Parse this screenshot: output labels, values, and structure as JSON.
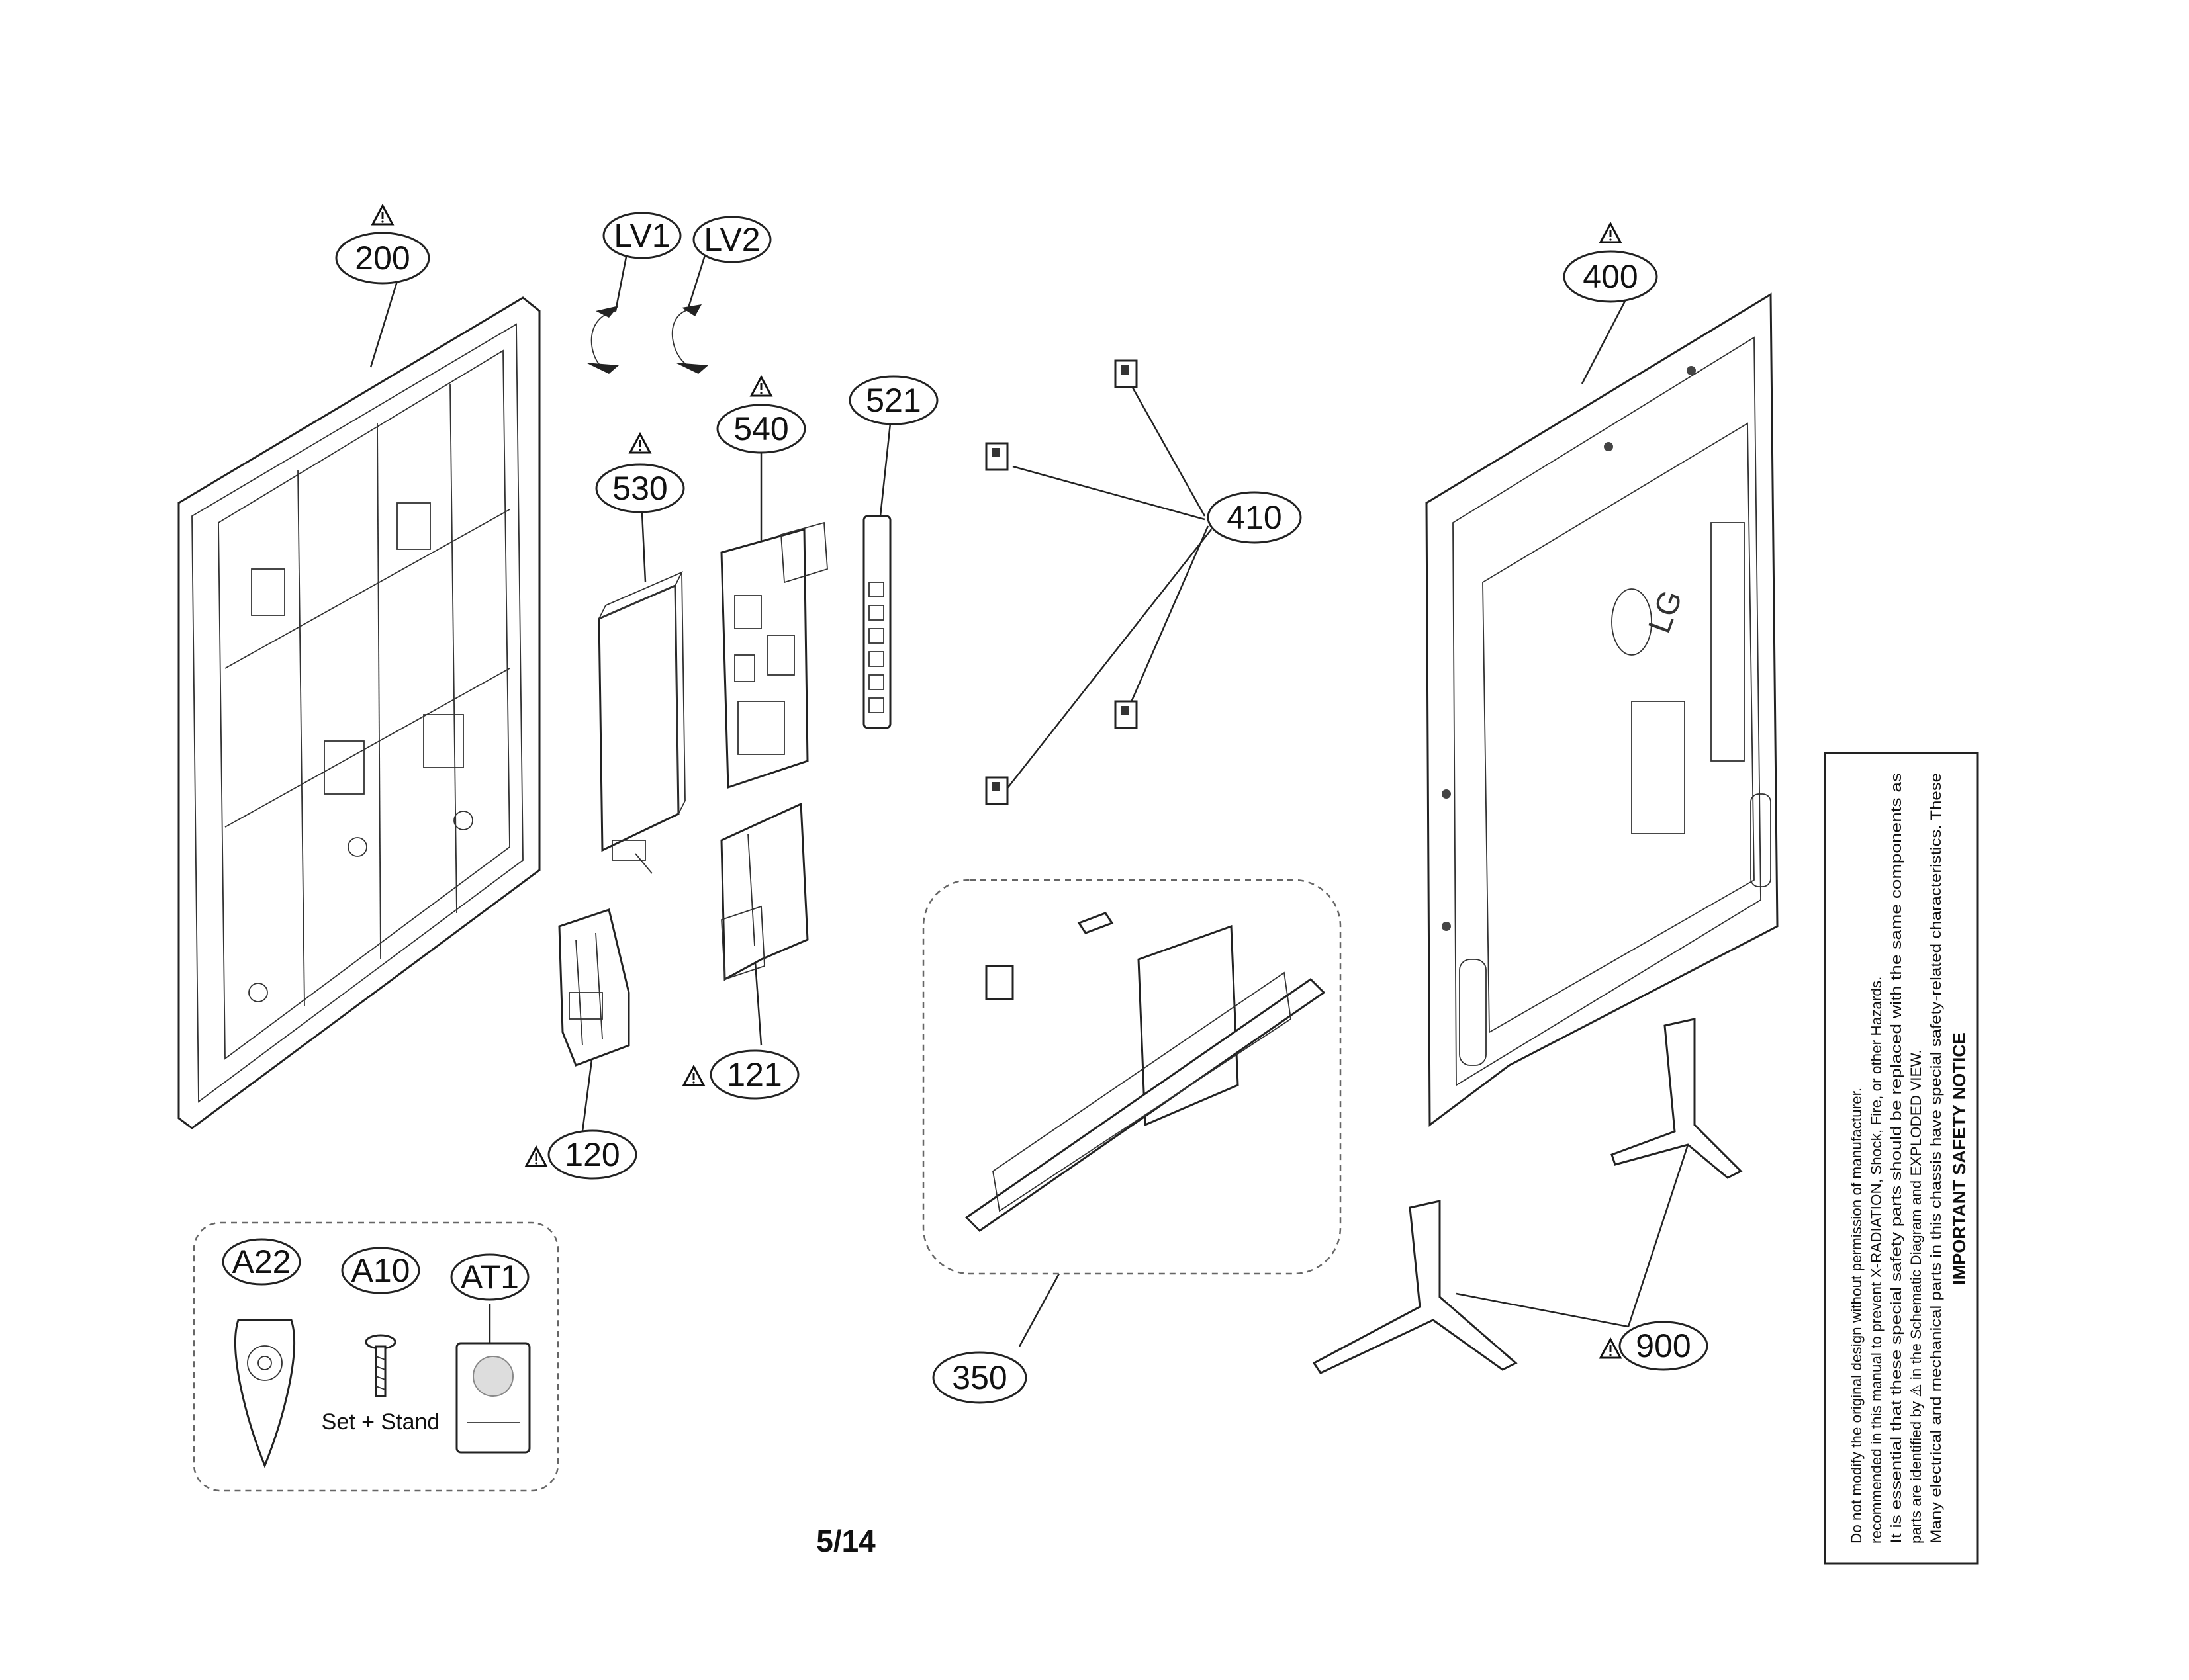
{
  "page": {
    "number": "5/14"
  },
  "callouts": [
    {
      "id": "200",
      "label": "200",
      "safety": true
    },
    {
      "id": "LV1",
      "label": "LV1",
      "safety": false
    },
    {
      "id": "LV2",
      "label": "LV2",
      "safety": false
    },
    {
      "id": "540",
      "label": "540",
      "safety": true
    },
    {
      "id": "530",
      "label": "530",
      "safety": true
    },
    {
      "id": "521",
      "label": "521",
      "safety": false
    },
    {
      "id": "410",
      "label": "410",
      "safety": false
    },
    {
      "id": "400",
      "label": "400",
      "safety": true
    },
    {
      "id": "121",
      "label": "121",
      "safety": true
    },
    {
      "id": "120",
      "label": "120",
      "safety": true
    },
    {
      "id": "A22",
      "label": "A22",
      "safety": false
    },
    {
      "id": "A10",
      "label": "A10",
      "safety": false
    },
    {
      "id": "AT1",
      "label": "AT1",
      "safety": false
    },
    {
      "id": "350",
      "label": "350",
      "safety": false
    },
    {
      "id": "900",
      "label": "900",
      "safety": true
    }
  ],
  "accessory_caption": "Set + Stand",
  "safety_notice": {
    "title": "IMPORTANT SAFETY NOTICE",
    "lines": [
      "Many electrical and mechanical parts in this chassis have special safety-related characteristics. These",
      "parts are identified by ⚠ in the Schematic Diagram and EXPLODED VIEW.",
      "It is essential that these special safety parts should be replaced with the same components as",
      "recommended in this manual to prevent X-RADIATION, Shock, Fire, or other Hazards.",
      "Do not modify the original design without permission of manufacturer."
    ]
  },
  "brand_mark": "LG",
  "icons": [
    "warning-triangle-icon"
  ]
}
